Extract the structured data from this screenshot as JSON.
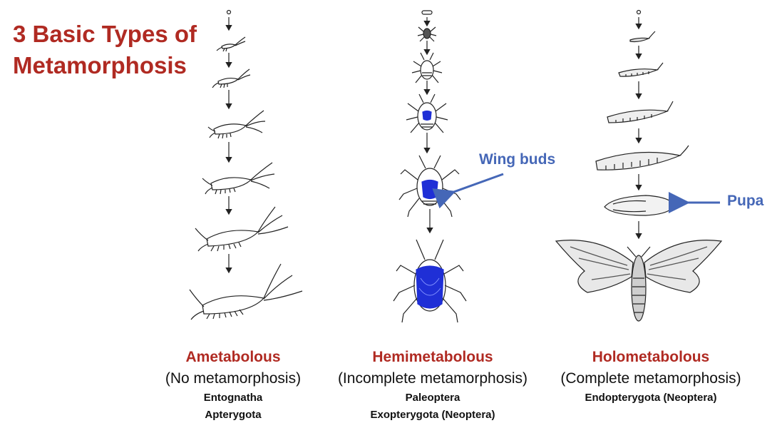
{
  "title_line1": "3 Basic Types of",
  "title_line2": "Metamorphosis",
  "columns": [
    {
      "name": "Ametabolous",
      "desc": "(No metamorphosis)",
      "group1": "Entognatha",
      "group2": "Apterygota"
    },
    {
      "name": "Hemimetabolous",
      "desc": "(Incomplete metamorphosis)",
      "group1": "Paleoptera",
      "group2": "Exopterygota (Neoptera)"
    },
    {
      "name": "Holometabolous",
      "desc": "(Complete metamorphosis)",
      "group1": "Endopterygota (Neoptera)",
      "group2": ""
    }
  ],
  "callouts": {
    "wing_buds": "Wing buds",
    "pupa": "Pupa"
  },
  "colors": {
    "title": "#b02a22",
    "callout": "#4567b7",
    "wing_bud_fill": "#1f2fd6"
  }
}
